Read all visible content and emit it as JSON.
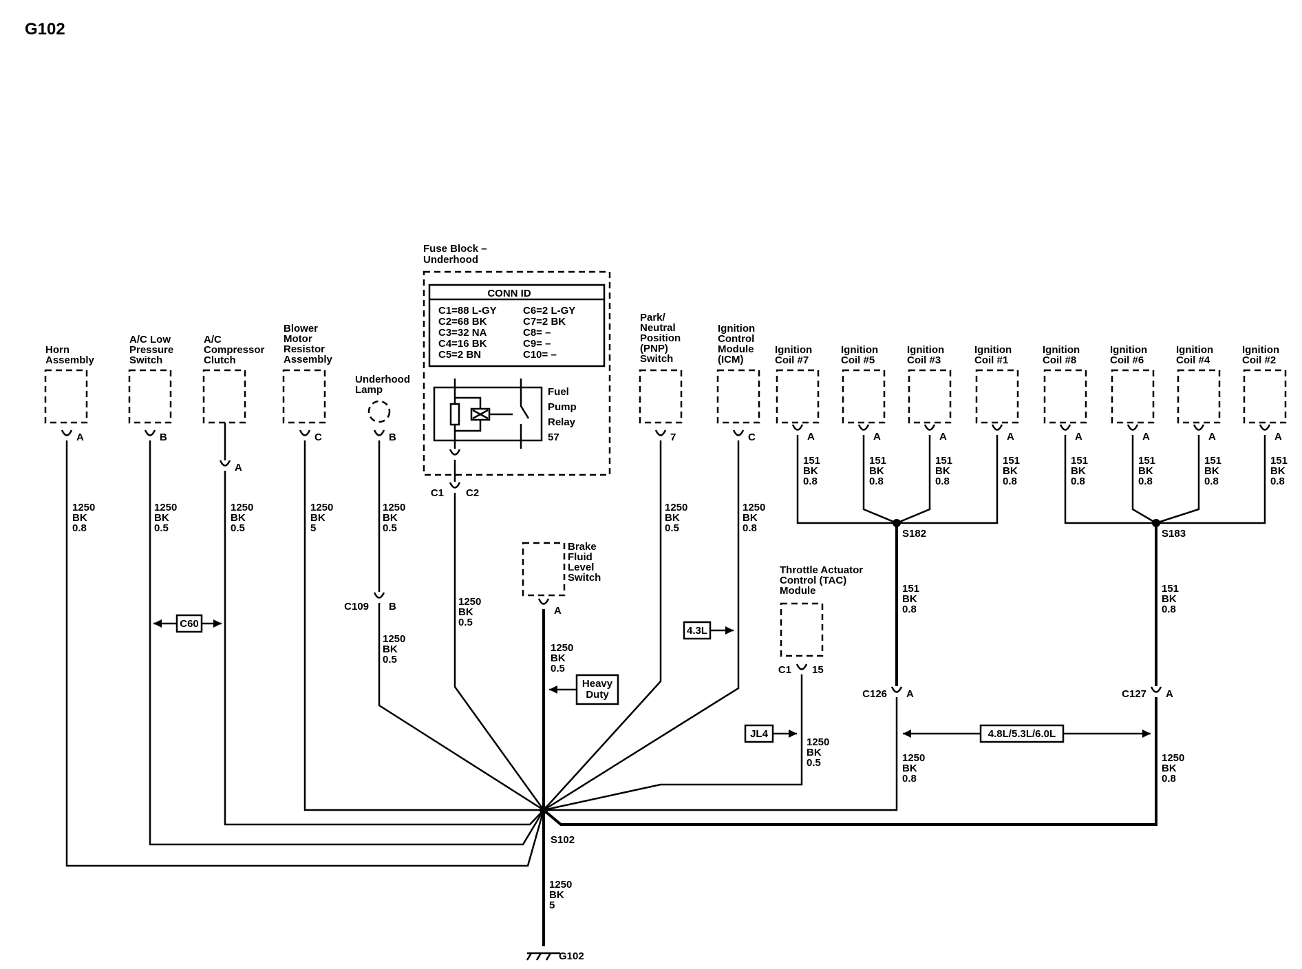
{
  "title": "G102",
  "fuse_block": {
    "label_1": "Fuse Block –",
    "label_2": "Underhood",
    "conn_id_header": "CONN ID",
    "conn_left": [
      "C1=88 L-GY",
      "C2=68 BK",
      "C3=32 NA",
      "C4=16 BK",
      "C5=2 BN"
    ],
    "conn_right": [
      "C6=2 L-GY",
      "C7=2 BK",
      "C8= –",
      "C9= –",
      "C10= –"
    ],
    "relay_label": [
      "Fuel",
      "Pump",
      "Relay",
      "57"
    ],
    "conn_c1": "C1",
    "conn_c2": "C2",
    "wire": [
      "1250",
      "BK",
      "0.5"
    ]
  },
  "components": [
    {
      "name": [
        "Horn",
        "Assembly"
      ],
      "pin": "A",
      "wire": [
        "1250",
        "BK",
        "0.8"
      ]
    },
    {
      "name": [
        "A/C Low",
        "Pressure",
        "Switch"
      ],
      "pin": "B",
      "wire": [
        "1250",
        "BK",
        "0.5"
      ]
    },
    {
      "name": [
        "A/C",
        "Compressor",
        "Clutch"
      ],
      "pin": "A",
      "wire": [
        "1250",
        "BK",
        "0.5"
      ]
    },
    {
      "name": [
        "Blower",
        "Motor",
        "Resistor",
        "Assembly"
      ],
      "pin": "C",
      "wire": [
        "1250",
        "BK",
        "5"
      ]
    },
    {
      "name": [
        "Underhood",
        "Lamp"
      ],
      "pin": "B",
      "wire": [
        "1250",
        "BK",
        "0.5"
      ]
    },
    {
      "name": [
        "Park/",
        "Neutral",
        "Position",
        "(PNP)",
        "Switch"
      ],
      "pin": "7",
      "wire": [
        "1250",
        "BK",
        "0.5"
      ]
    },
    {
      "name": [
        "Ignition",
        "Control",
        "Module",
        "(ICM)"
      ],
      "pin": "C",
      "wire": [
        "1250",
        "BK",
        "0.8"
      ]
    }
  ],
  "coils_left": [
    {
      "name": [
        "Ignition",
        "Coil #7"
      ],
      "pin": "A",
      "wire": [
        "151",
        "BK",
        "0.8"
      ]
    },
    {
      "name": [
        "Ignition",
        "Coil #5"
      ],
      "pin": "A",
      "wire": [
        "151",
        "BK",
        "0.8"
      ]
    },
    {
      "name": [
        "Ignition",
        "Coil #3"
      ],
      "pin": "A",
      "wire": [
        "151",
        "BK",
        "0.8"
      ]
    },
    {
      "name": [
        "Ignition",
        "Coil #1"
      ],
      "pin": "A",
      "wire": [
        "151",
        "BK",
        "0.8"
      ]
    }
  ],
  "coils_right": [
    {
      "name": [
        "Ignition",
        "Coil #8"
      ],
      "pin": "A",
      "wire": [
        "151",
        "BK",
        "0.8"
      ]
    },
    {
      "name": [
        "Ignition",
        "Coil #6"
      ],
      "pin": "A",
      "wire": [
        "151",
        "BK",
        "0.8"
      ]
    },
    {
      "name": [
        "Ignition",
        "Coil #4"
      ],
      "pin": "A",
      "wire": [
        "151",
        "BK",
        "0.8"
      ]
    },
    {
      "name": [
        "Ignition",
        "Coil #2"
      ],
      "pin": "A",
      "wire": [
        "151",
        "BK",
        "0.8"
      ]
    }
  ],
  "splices": {
    "s182": "S182",
    "s183": "S183",
    "s102": "S102",
    "s182_wire": [
      "151",
      "BK",
      "0.8"
    ],
    "s183_wire": [
      "151",
      "BK",
      "0.8"
    ]
  },
  "c109": {
    "conn": "C109",
    "pin": "B",
    "wire": [
      "1250",
      "BK",
      "0.5"
    ]
  },
  "brake": {
    "name": [
      "Brake",
      "Fluid",
      "Level",
      "Switch"
    ],
    "pin": "A",
    "wire": [
      "1250",
      "BK",
      "0.5"
    ]
  },
  "tac": {
    "name": [
      "Throttle Actuator",
      "Control (TAC)",
      "Module"
    ],
    "conn": "C1",
    "pin": "15",
    "wire": [
      "1250",
      "BK",
      "0.5"
    ]
  },
  "c126": {
    "conn": "C126",
    "pin": "A",
    "wire": [
      "1250",
      "BK",
      "0.8"
    ]
  },
  "c127": {
    "conn": "C127",
    "pin": "A",
    "wire": [
      "1250",
      "BK",
      "0.8"
    ]
  },
  "options": {
    "c60": "C60",
    "l43": "4.3L",
    "heavy_duty": [
      "Heavy",
      "Duty"
    ],
    "jl4": "JL4",
    "engines": "4.8L/5.3L/6.0L"
  },
  "ground": {
    "name": "G102",
    "wire": [
      "1250",
      "BK",
      "5"
    ]
  }
}
